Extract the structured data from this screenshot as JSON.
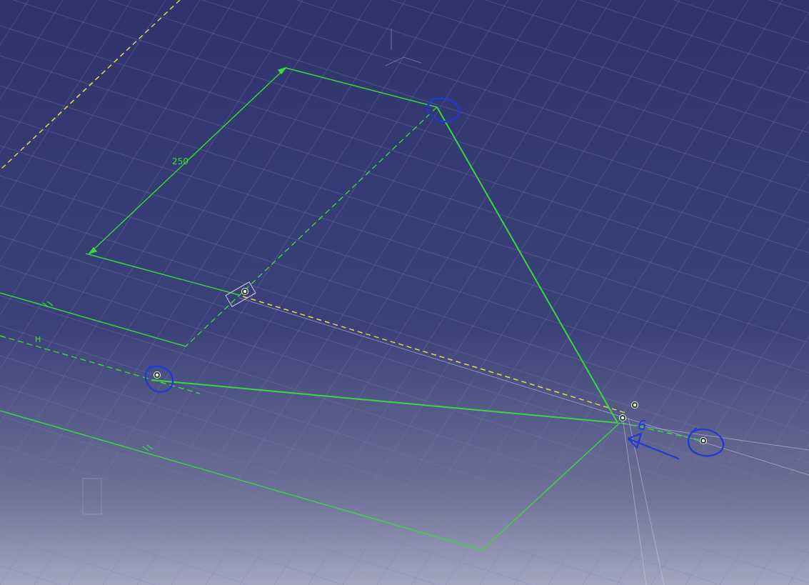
{
  "diagram": {
    "labels": [
      "250",
      "H",
      "6"
    ]
  }
}
